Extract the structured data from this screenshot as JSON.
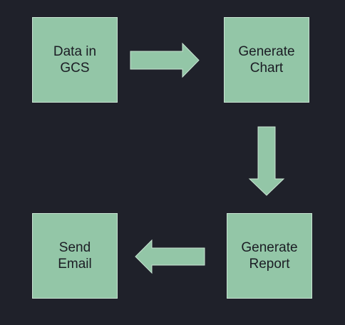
{
  "diagram": {
    "nodes": [
      {
        "id": "data-in-gcs",
        "label": "Data in\nGCS"
      },
      {
        "id": "generate-chart",
        "label": "Generate\nChart"
      },
      {
        "id": "generate-report",
        "label": "Generate\nReport"
      },
      {
        "id": "send-email",
        "label": "Send\nEmail"
      }
    ],
    "edges": [
      {
        "from": "data-in-gcs",
        "to": "generate-chart"
      },
      {
        "from": "generate-chart",
        "to": "generate-report"
      },
      {
        "from": "generate-report",
        "to": "send-email"
      }
    ],
    "colors": {
      "background": "#1f212a",
      "node_fill": "#93c6a7",
      "node_border": "#c9e4d3",
      "text": "#1b1d24"
    }
  }
}
